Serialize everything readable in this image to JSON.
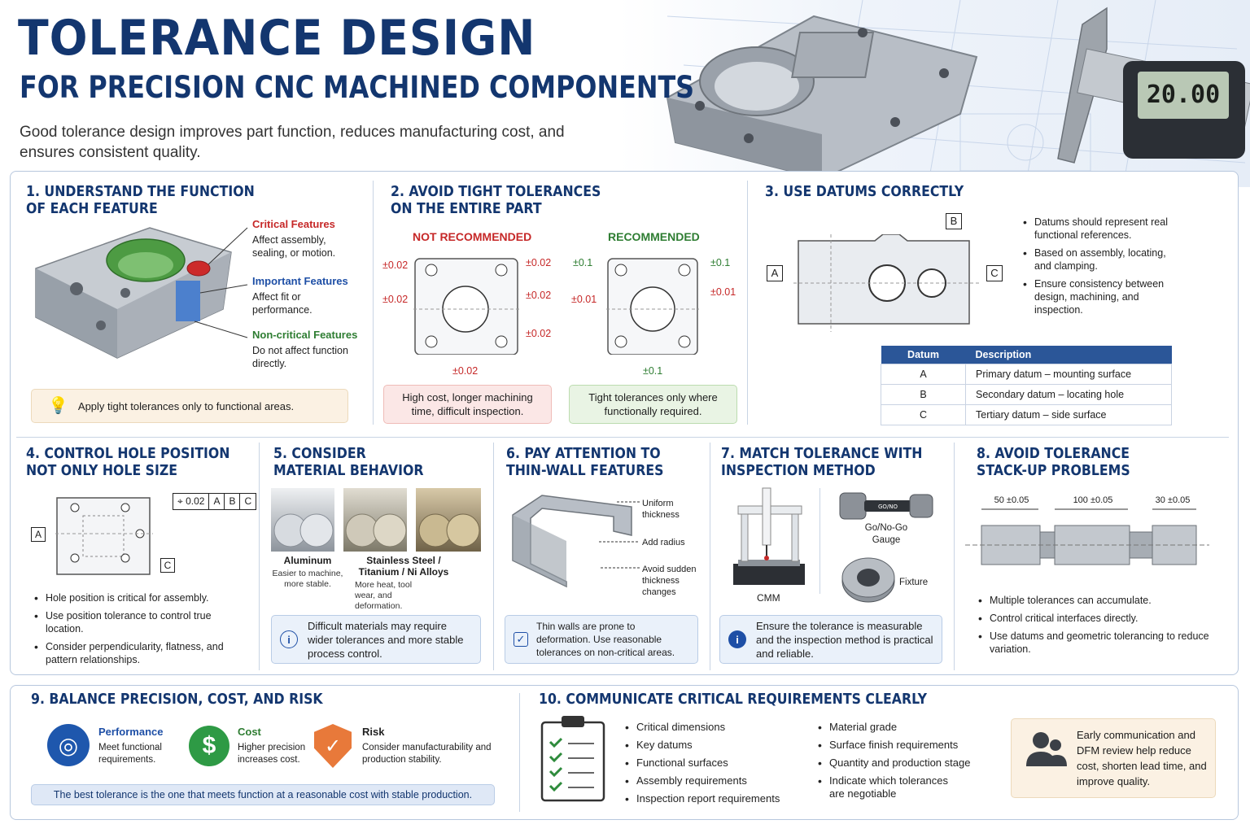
{
  "header": {
    "title": "TOLERANCE DESIGN",
    "subtitle": "FOR PRECISION CNC MACHINED COMPONENTS",
    "intro": "Good tolerance design improves part function, reduces manufacturing cost, and ensures consistent quality.",
    "caliper_readout": "20.00"
  },
  "s1": {
    "title": "1. UNDERSTAND THE FUNCTION\n    OF EACH FEATURE",
    "critical_label": "Critical Features",
    "critical_desc": "Affect assembly, sealing, or motion.",
    "important_label": "Important Features",
    "important_desc": "Affect fit or performance.",
    "noncritical_label": "Non-critical Features",
    "noncritical_desc": "Do not affect function directly.",
    "tip": "Apply tight tolerances only to functional areas."
  },
  "s2": {
    "title": "2. AVOID TIGHT TOLERANCES\n    ON THE ENTIRE PART",
    "bad_heading": "NOT RECOMMENDED",
    "good_heading": "RECOMMENDED",
    "bad_tol": "±0.02",
    "good_tol_loose": "±0.1",
    "good_tol_tight": "±0.01",
    "bad_note": "High cost, longer machining time, difficult inspection.",
    "good_note": "Tight tolerances only where functionally required."
  },
  "s3": {
    "title": "3. USE DATUMS CORRECTLY",
    "datum_a": "A",
    "datum_b": "B",
    "datum_c": "C",
    "bullets": [
      "Datums should represent real functional references.",
      "Based on assembly, locating, and clamping.",
      "Ensure consistency between design, machining, and inspection."
    ],
    "table_headers": [
      "Datum",
      "Description"
    ],
    "table_rows": [
      [
        "A",
        "Primary datum – mounting surface"
      ],
      [
        "B",
        "Secondary datum – locating hole"
      ],
      [
        "C",
        "Tertiary datum – side surface"
      ]
    ]
  },
  "s4": {
    "title": "4. CONTROL HOLE POSITION\n    NOT ONLY HOLE SIZE",
    "fcf": [
      "0.02",
      "A",
      "B",
      "C"
    ],
    "datum_a": "A",
    "datum_c": "C",
    "bullets": [
      "Hole position is critical for assembly.",
      "Use position tolerance to control true location.",
      "Consider perpendicularity, flatness, and pattern relationships."
    ]
  },
  "s5": {
    "title": "5. CONSIDER\n    MATERIAL BEHAVIOR",
    "aluminum_label": "Aluminum",
    "aluminum_desc": "Easier to machine, more stable.",
    "steel_label": "Stainless Steel / Titanium / Ni Alloys",
    "steel_desc": "More heat, tool wear, and deformation.",
    "note": "Difficult materials may require wider tolerances and more stable process control."
  },
  "s6": {
    "title": "6. PAY ATTENTION TO\n    THIN-WALL FEATURES",
    "callouts": [
      "Uniform thickness",
      "Add radius",
      "Avoid sudden thickness changes"
    ],
    "note": "Thin walls are prone to deformation. Use reasonable tolerances on non-critical areas."
  },
  "s7": {
    "title": "7. MATCH TOLERANCE WITH\n    INSPECTION METHOD",
    "cmm_label": "CMM",
    "gauge_label": "Go/No-Go Gauge",
    "gauge_text": "GO/NO",
    "fixture_label": "Fixture",
    "note": "Ensure the tolerance is measurable and the inspection method is practical and reliable."
  },
  "s8": {
    "title": "8. AVOID TOLERANCE\n    STACK-UP PROBLEMS",
    "dims": [
      "50 ±0.05",
      "100 ±0.05",
      "30 ±0.05"
    ],
    "bullets": [
      "Multiple tolerances can accumulate.",
      "Control critical interfaces directly.",
      "Use datums and geometric tolerancing to reduce variation."
    ]
  },
  "s9": {
    "title": "9. BALANCE PRECISION, COST, AND RISK",
    "items": [
      {
        "label": "Performance",
        "desc": "Meet functional requirements."
      },
      {
        "label": "Cost",
        "desc": "Higher precision increases cost."
      },
      {
        "label": "Risk",
        "desc": "Consider manufacturability and production stability."
      }
    ],
    "banner": "The best tolerance is the one that meets function at a reasonable cost with stable production."
  },
  "s10": {
    "title": "10. COMMUNICATE CRITICAL REQUIREMENTS CLEARLY",
    "list_a": [
      "Critical dimensions",
      "Key datums",
      "Functional surfaces",
      "Assembly requirements",
      "Inspection report requirements"
    ],
    "list_b": [
      "Material grade",
      "Surface finish requirements",
      "Quantity and production stage",
      "Indicate which tolerances are negotiable"
    ],
    "callout": "Early communication and DFM review help reduce cost, shorten lead time, and improve quality."
  },
  "colors": {
    "navy": "#13366f",
    "critical": "#c62828",
    "important": "#1e4fa6",
    "noncritical": "#2e7d32"
  }
}
